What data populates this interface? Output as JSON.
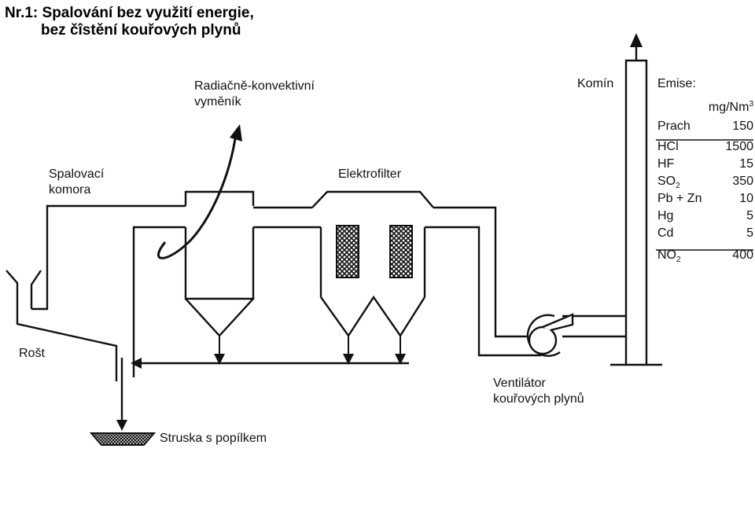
{
  "title": {
    "prefix": "Nr.1:",
    "line1": "Spalování bez využití energie,",
    "line2": "bez čîstění kouřových plynů"
  },
  "labels": {
    "exchanger_l1": "Radiačně-konvektivní",
    "exchanger_l2": "vyměník",
    "chamber_l1": "Spalovací",
    "chamber_l2": "komora",
    "electrofilter": "Elektrofilter",
    "grate": "Rošt",
    "slag": "Struska s popílkem",
    "fan_l1": "Ventilátor",
    "fan_l2": "kouřových plynů",
    "chimney": "Komín"
  },
  "emissions": {
    "title": "Emise:",
    "unit_base": "mg/Nm",
    "unit_sup": "3",
    "rows": [
      {
        "name": "Prach",
        "value": "150"
      },
      {
        "name": "HCl",
        "value": "1500"
      },
      {
        "name": "HF",
        "value": "15"
      },
      {
        "name": "SO",
        "sub": "2",
        "value": "350"
      },
      {
        "name": "Pb + Zn",
        "value": "10"
      },
      {
        "name": "Hg",
        "value": "5"
      },
      {
        "name": "Cd",
        "value": "5"
      },
      {
        "name": "NO",
        "sub": "2",
        "value": "400"
      }
    ]
  },
  "colors": {
    "line": "#111111",
    "background": "#ffffff"
  }
}
